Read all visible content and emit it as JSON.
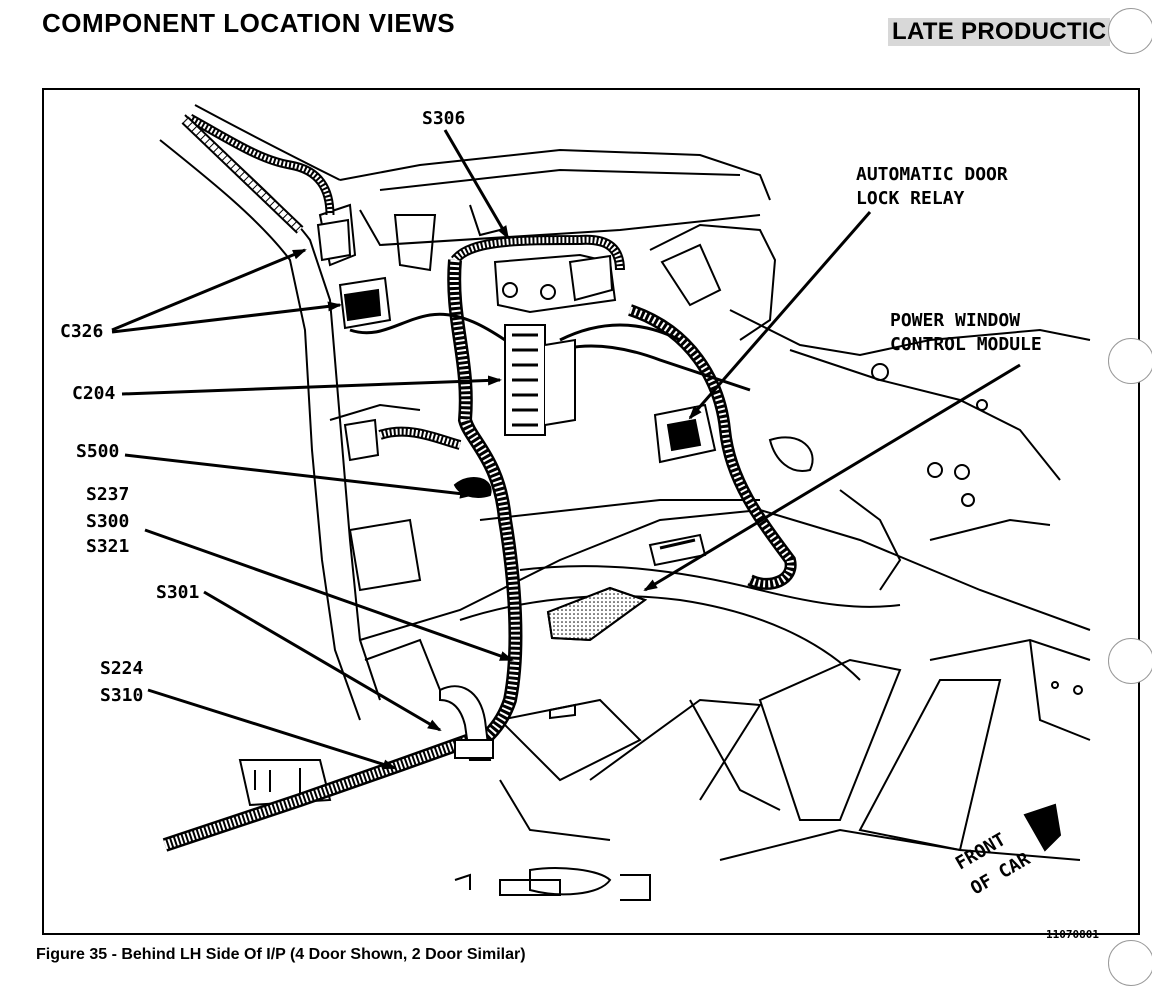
{
  "header": {
    "title": "COMPONENT LOCATION VIEWS",
    "tag": "LATE PRODUCTIC"
  },
  "labels": {
    "s306": "S306",
    "auto_lock_1": "AUTOMATIC DOOR",
    "auto_lock_2": "LOCK RELAY",
    "pw_1": "POWER WINDOW",
    "pw_2": "CONTROL MODULE",
    "c326": "C326",
    "c204": "C204",
    "s500": "S500",
    "s237": "S237",
    "s300": "S300",
    "s321": "S321",
    "s301": "S301",
    "s224": "S224",
    "s310": "S310",
    "front_1": "FRONT",
    "front_2": "OF CAR"
  },
  "footer": {
    "caption": "Figure 35 - Behind LH Side Of I/P (4 Door Shown, 2 Door Similar)",
    "part_number": "11070801"
  }
}
